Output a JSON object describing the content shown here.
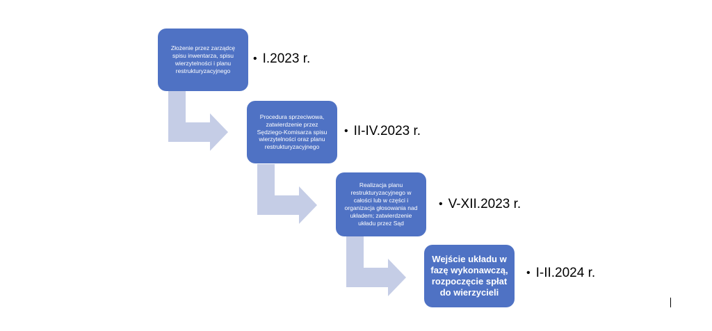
{
  "steps": [
    {
      "text": "Złożenie przez zarządcę spisu inwentarza, spisu wierzytelności i planu restrukturyzacyjnego",
      "date": "I.2023 r."
    },
    {
      "text": "Procedura sprzeciwowa, zatwierdzenie przez Sędziego-Komisarza spisu wierzytelności oraz planu restrukturyzacyjnego",
      "date": "II-IV.2023 r."
    },
    {
      "text": "Realizacja planu restrukturyzacyjnego w całości lub w części i organizacja głosowania nad układem; zatwierdzenie układu przez Sąd",
      "date": "V-XII.2023 r."
    },
    {
      "text": "Wejście układu w fazę wykonawczą, rozpoczęcie spłat do wierzycieli",
      "date": "I-II.2024 r."
    }
  ],
  "bullet_symbol": "•",
  "colors": {
    "box": "#4f72c4",
    "arrow": "#c5cde6",
    "text": "#ffffff"
  }
}
